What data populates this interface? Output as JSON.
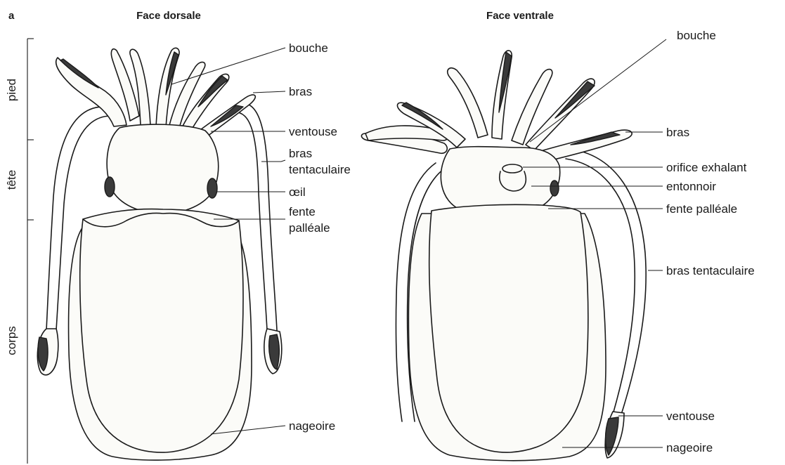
{
  "panel_letter": "a",
  "headers": {
    "dorsal": "Face dorsale",
    "ventral": "Face ventrale"
  },
  "regions": {
    "pied": "pied",
    "tete": "tête",
    "corps": "corps"
  },
  "dorsal_labels": {
    "bouche": "bouche",
    "bras": "bras",
    "ventouse": "ventouse",
    "bras_tentaculaire_1": "bras",
    "bras_tentaculaire_2": "tentaculaire",
    "oeil": "œil",
    "fente_palleale_1": "fente",
    "fente_palleale_2": "palléale",
    "nageoire": "nageoire"
  },
  "ventral_labels": {
    "bouche": "bouche",
    "bras": "bras",
    "orifice_exhalant": "orifice exhalant",
    "entonnoir": "entonnoir",
    "fente_palleale": "fente palléale",
    "bras_tentaculaire": "bras tentaculaire",
    "ventouse": "ventouse",
    "nageoire": "nageoire"
  }
}
